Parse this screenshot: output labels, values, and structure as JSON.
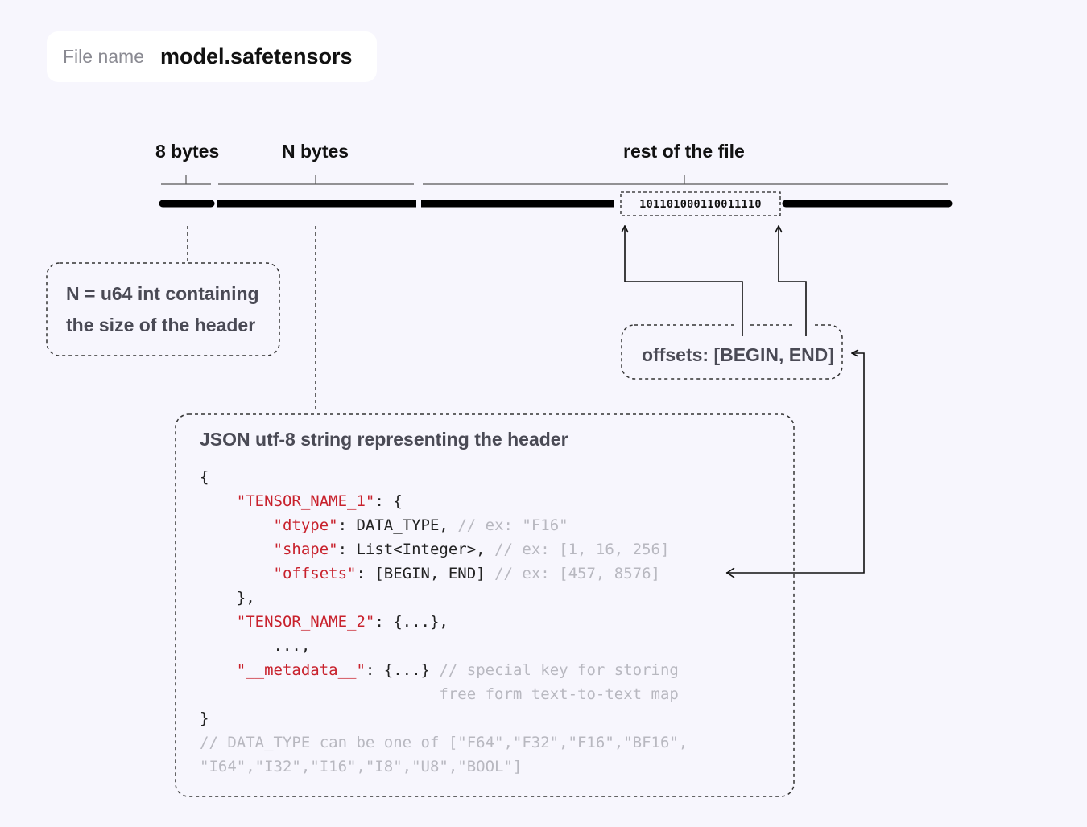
{
  "file": {
    "label": "File name",
    "value": "model.safetensors"
  },
  "segments": {
    "first": "8 bytes",
    "second": "N bytes",
    "third": "rest of the file"
  },
  "bits": "101101000110011110",
  "notes": {
    "n_size": "N = u64 int containing the size of the header",
    "offsets": "offsets: [BEGIN, END]"
  },
  "json_box": {
    "title": "JSON utf-8 string representing the header",
    "lines": [
      [
        {
          "t": "{",
          "c": "p"
        }
      ],
      [
        {
          "t": "    ",
          "c": "p"
        },
        {
          "t": "\"TENSOR_NAME_1\"",
          "c": "k"
        },
        {
          "t": ": {",
          "c": "p"
        }
      ],
      [
        {
          "t": "        ",
          "c": "p"
        },
        {
          "t": "\"dtype\"",
          "c": "k"
        },
        {
          "t": ": DATA_TYPE, ",
          "c": "p"
        },
        {
          "t": "// ex: \"F16\"",
          "c": "c"
        }
      ],
      [
        {
          "t": "        ",
          "c": "p"
        },
        {
          "t": "\"shape\"",
          "c": "k"
        },
        {
          "t": ": List<Integer>, ",
          "c": "p"
        },
        {
          "t": "// ex: [1, 16, 256]",
          "c": "c"
        }
      ],
      [
        {
          "t": "        ",
          "c": "p"
        },
        {
          "t": "\"offsets\"",
          "c": "k"
        },
        {
          "t": ": [BEGIN, END] ",
          "c": "p"
        },
        {
          "t": "// ex: [457, 8576]",
          "c": "c"
        }
      ],
      [
        {
          "t": "    },",
          "c": "p"
        }
      ],
      [
        {
          "t": "    ",
          "c": "p"
        },
        {
          "t": "\"TENSOR_NAME_2\"",
          "c": "k"
        },
        {
          "t": ": {...},",
          "c": "p"
        }
      ],
      [
        {
          "t": "        ...,",
          "c": "p"
        }
      ],
      [
        {
          "t": "    ",
          "c": "p"
        },
        {
          "t": "\"__metadata__\"",
          "c": "k"
        },
        {
          "t": ": {...} ",
          "c": "p"
        },
        {
          "t": "// special key for storing",
          "c": "c"
        }
      ],
      [
        {
          "t": "                          ",
          "c": "p"
        },
        {
          "t": "free form text-to-text map",
          "c": "c"
        }
      ],
      [
        {
          "t": "}",
          "c": "p"
        }
      ],
      [
        {
          "t": "// DATA_TYPE can be one of [\"F64\",\"F32\",\"F16\",\"BF16\",",
          "c": "c"
        }
      ],
      [
        {
          "t": "\"I64\",\"I32\",\"I16\",\"I8\",\"U8\",\"BOOL\"]",
          "c": "c"
        }
      ]
    ]
  },
  "colors": {
    "background": "#f7f6fd",
    "key": "#c8212c",
    "comment": "#b8b8c0",
    "note_text": "#4a4a55"
  }
}
